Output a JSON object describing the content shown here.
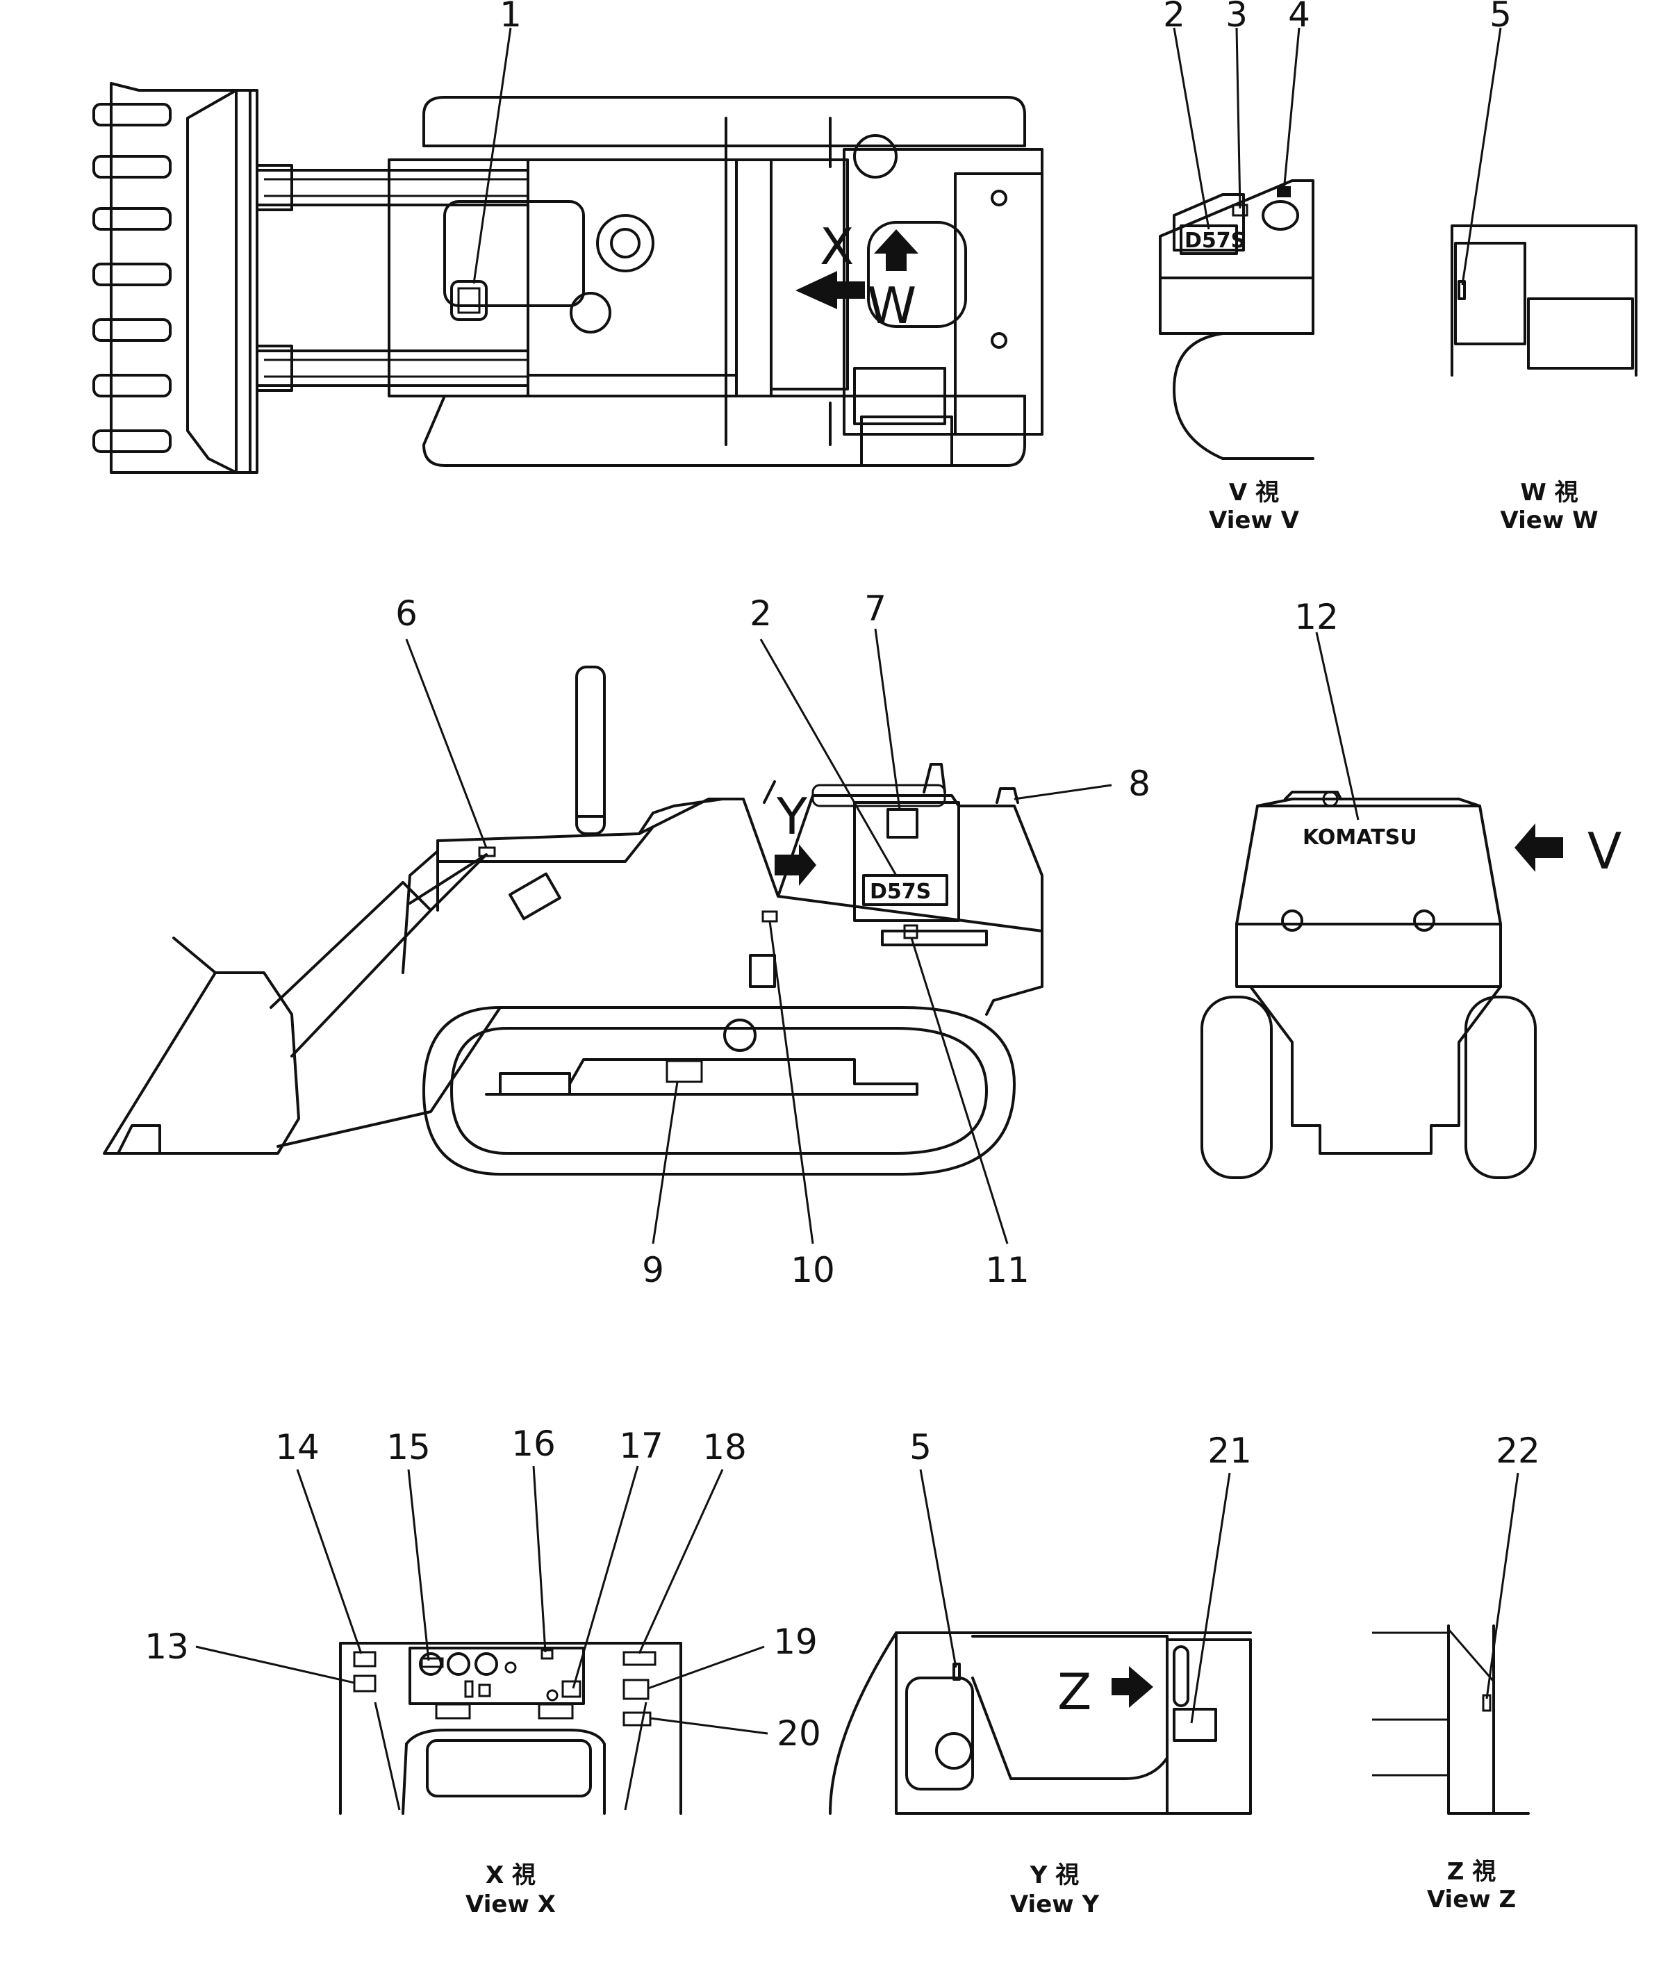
{
  "callouts": [
    "1",
    "2",
    "3",
    "4",
    "5",
    "6",
    "2",
    "7",
    "8",
    "12",
    "9",
    "10",
    "11",
    "14",
    "15",
    "16",
    "17",
    "18",
    "13",
    "19",
    "20",
    "5",
    "21",
    "22"
  ],
  "views": {
    "v": {
      "jp": "V 視",
      "en": "View V"
    },
    "w": {
      "jp": "W 視",
      "en": "View W"
    },
    "x": {
      "jp": "X 視",
      "en": "View X"
    },
    "y": {
      "jp": "Y 視",
      "en": "View Y"
    },
    "z": {
      "jp": "Z 視",
      "en": "View Z"
    }
  },
  "arrow_labels": {
    "x": "X",
    "w": "W",
    "y": "Y",
    "v": "V",
    "z": "Z"
  },
  "decals": {
    "model": "D57S",
    "brand": "KOMATSU"
  }
}
